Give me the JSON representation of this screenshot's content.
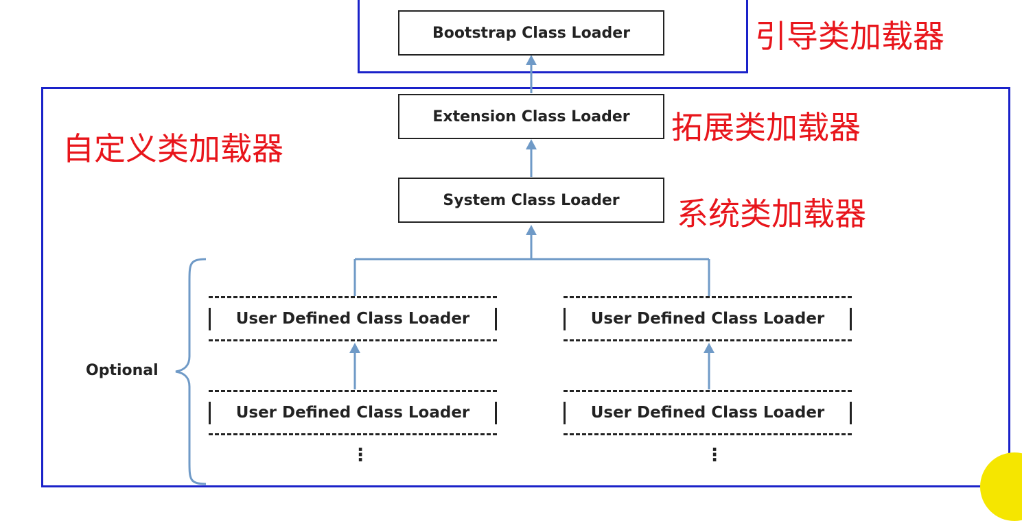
{
  "boxes": {
    "bootstrap": "Bootstrap Class Loader",
    "extension": "Extension Class Loader",
    "system": "System Class Loader",
    "user_defined": "User Defined Class Loader"
  },
  "labels": {
    "bootstrap_cn": "引导类加载器",
    "extension_cn": "拓展类加载器",
    "system_cn": "系统类加载器",
    "custom_cn": "自定义类加载器",
    "optional": "Optional",
    "ellipsis": "⋮"
  },
  "colors": {
    "frame": "#1a22c9",
    "arrow": "#6f9ac7",
    "chinese_text": "#e8151b",
    "highlight": "#f5e600"
  }
}
